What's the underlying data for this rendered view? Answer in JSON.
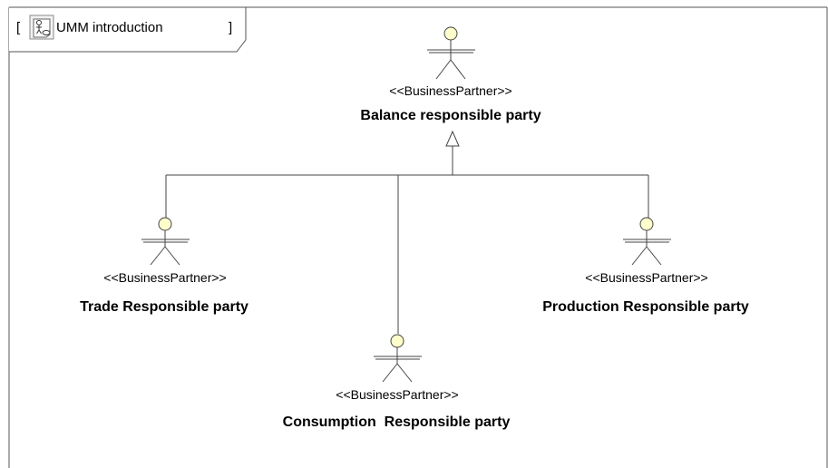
{
  "frame": {
    "open_bracket": "[",
    "title": "UMM introduction",
    "close_bracket": "]",
    "icon": "actor-diagram-icon"
  },
  "actors": {
    "balance": {
      "stereotype": "<<BusinessPartner>>",
      "name": "Balance responsible party"
    },
    "trade": {
      "stereotype": "<<BusinessPartner>>",
      "name": "Trade Responsible party"
    },
    "production": {
      "stereotype": "<<BusinessPartner>>",
      "name": "Production Responsible party"
    },
    "consumption": {
      "stereotype": "<<BusinessPartner>>",
      "name": "Consumption  Responsible party"
    }
  },
  "colors": {
    "actor_head": "#ffffcc",
    "line": "#444444"
  }
}
